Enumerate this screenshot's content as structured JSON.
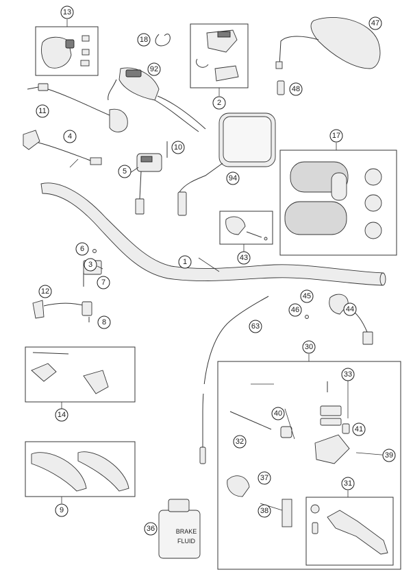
{
  "callouts": {
    "c1": "1",
    "c2": "2",
    "c3": "3",
    "c4": "4",
    "c5": "5",
    "c6": "6",
    "c7": "7",
    "c8": "8",
    "c9": "9",
    "c10": "10",
    "c11": "11",
    "c12": "12",
    "c13": "13",
    "c14": "14",
    "c17": "17",
    "c18": "18",
    "c30": "30",
    "c31": "31",
    "c32": "32",
    "c33": "33",
    "c36": "36",
    "c37": "37",
    "c38": "38",
    "c39": "39",
    "c40": "40",
    "c41": "41",
    "c43": "43",
    "c44": "44",
    "c45": "45",
    "c46": "46",
    "c47": "47",
    "c48": "48",
    "c63": "63",
    "c92": "92",
    "c94": "94"
  },
  "brake_fluid_label": {
    "line1": "BRAKE",
    "line2": "FLUID"
  },
  "colors": {
    "line": "#333333",
    "background": "#ffffff",
    "part_fill": "#ededed"
  }
}
